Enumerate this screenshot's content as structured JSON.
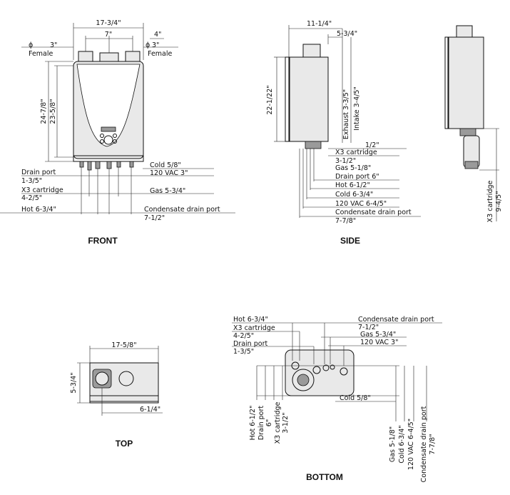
{
  "front": {
    "title": "FRONT",
    "labels": {
      "width_top": "17-3/4\"",
      "spacing_left": "7\"",
      "spacing_right": "4\"",
      "dia_left": "3\"",
      "female_left": "Female",
      "dia_right": "3\"",
      "female_right": "Female",
      "phi_left": "ϕ",
      "phi_right": "ϕ",
      "height_outer": "24-7/8\"",
      "height_inner": "23-5/8\"",
      "cold": "Cold 5/8\"",
      "vac": "120 VAC 3\"",
      "drain_port": "Drain port",
      "drain_port_val": "1-3/5\"",
      "x3_cartridge": "X3 cartridge",
      "x3_cartridge_val": "4-2/5\"",
      "gas": "Gas 5-3/4\"",
      "hot": "Hot 6-3/4\"",
      "condensate": "Condensate drain port",
      "condensate_val": "7-1/2\""
    }
  },
  "side": {
    "title": "SIDE",
    "labels": {
      "depth_top": "11-1/4\"",
      "offset_top": "5-3/4\"",
      "height": "22-1/22\"",
      "exhaust": "Exhaust 3-3/5\"",
      "intake": "Intake 3-4/5\"",
      "half": "1/2\"",
      "x3_cartridge": "X3 cartridge",
      "x3_val": "3-1/2\"",
      "gas": "Gas 5-1/8\"",
      "drain_port": "Drain port 6\"",
      "hot": "Hot 6-1/2\"",
      "cold": "Cold 6-3/4\"",
      "vac": "120 VAC 6-4/5\"",
      "condensate": "Condensate drain port",
      "condensate_val": "7-7/8\""
    }
  },
  "side2": {
    "labels": {
      "x3_cartridge": "X3 cartridge",
      "x3_val": "9-4/5\""
    }
  },
  "top": {
    "title": "TOP",
    "labels": {
      "width": "17-5/8\"",
      "depth": "5-3/4\"",
      "offset": "6-1/4\""
    }
  },
  "bottom": {
    "title": "BOTTOM",
    "labels": {
      "hot": "Hot 6-3/4\"",
      "x3_cartridge": "X3 cartridge",
      "x3_val": "4-2/5\"",
      "drain_port": "Drain port",
      "drain_val": "1-3/5\"",
      "condensate": "Condensate drain port",
      "condensate_val": "7-1/2\"",
      "gas": "Gas 5-3/4\"",
      "vac": "120 VAC 3\"",
      "cold": "Cold 5/8\"",
      "v_hot": "Hot 6-1/2\"",
      "v_drain": "Drain port",
      "v_drain_val": "6\"",
      "v_x3": "X3 cartridge",
      "v_x3_val": "3-1/2\"",
      "v_gas": "Gas 5-1/8\"",
      "v_cold": "Cold 6-3/4\"",
      "v_vac": "120 VAC 6-4/5\"",
      "v_condensate": "Condensate drain port",
      "v_condensate_val": "7-7/8\""
    }
  }
}
